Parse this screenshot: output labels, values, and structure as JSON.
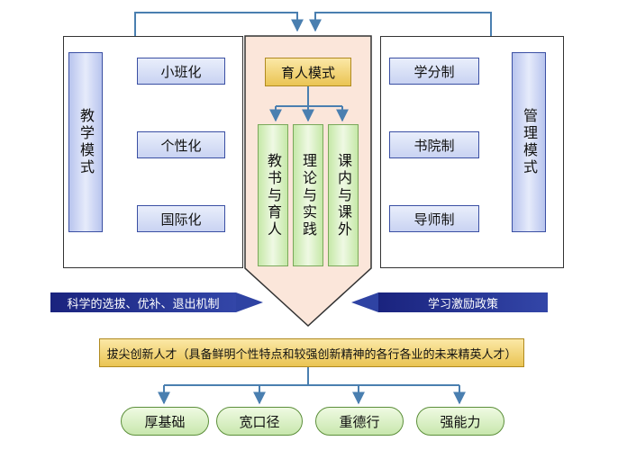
{
  "left_panel": {
    "title": "教学模式",
    "items": [
      "小班化",
      "个性化",
      "国际化"
    ]
  },
  "center_panel": {
    "title": "育人模式",
    "columns": [
      "教书与育人",
      "理论与实践",
      "课内与课外"
    ]
  },
  "right_panel": {
    "title": "管理模式",
    "items": [
      "学分制",
      "书院制",
      "导师制"
    ]
  },
  "left_arrow": {
    "label": "科学的选拔、优补、退出机制"
  },
  "right_arrow": {
    "label": "学习激励政策"
  },
  "result_bar": {
    "label": "拔尖创新人才（具备鲜明个性特点和较强创新精神的各行各业的未来精英人才）"
  },
  "qualities": [
    "厚基础",
    "宽口径",
    "重德行",
    "强能力"
  ],
  "colors": {
    "panel_border": "#333333",
    "item_blue": "#c9d3f2",
    "item_border": "#3a4fa3",
    "funnel_fill": "#fbe6da",
    "column_green": "#c6e8a8",
    "title_gold": "#eac453",
    "arrow_navy": "#1a237e",
    "pill_green": "#c8e7ad"
  }
}
